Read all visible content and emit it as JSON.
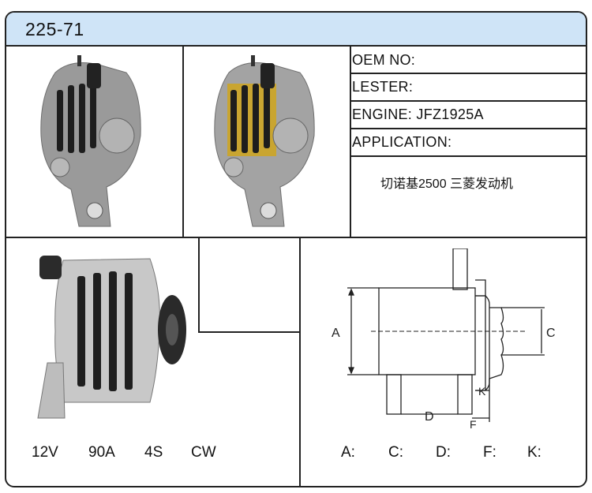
{
  "header": {
    "title": "225-71"
  },
  "info": {
    "oem": "OEM NO:",
    "lester": "LESTER:",
    "engine": "ENGINE: JFZ1925A",
    "application": "APPLICATION:",
    "application_value": "切诺基2500  三菱发动机"
  },
  "specs": {
    "voltage": "12V",
    "amperage": "90A",
    "groove": "4S",
    "rotation": "CW"
  },
  "drawing": {
    "labels": {
      "a": "A",
      "c": "C",
      "d": "D",
      "f": "F",
      "k": "K"
    }
  },
  "dimensions": {
    "a": "A:",
    "c": "C:",
    "d": "D:",
    "f": "F:",
    "k": "K:"
  }
}
